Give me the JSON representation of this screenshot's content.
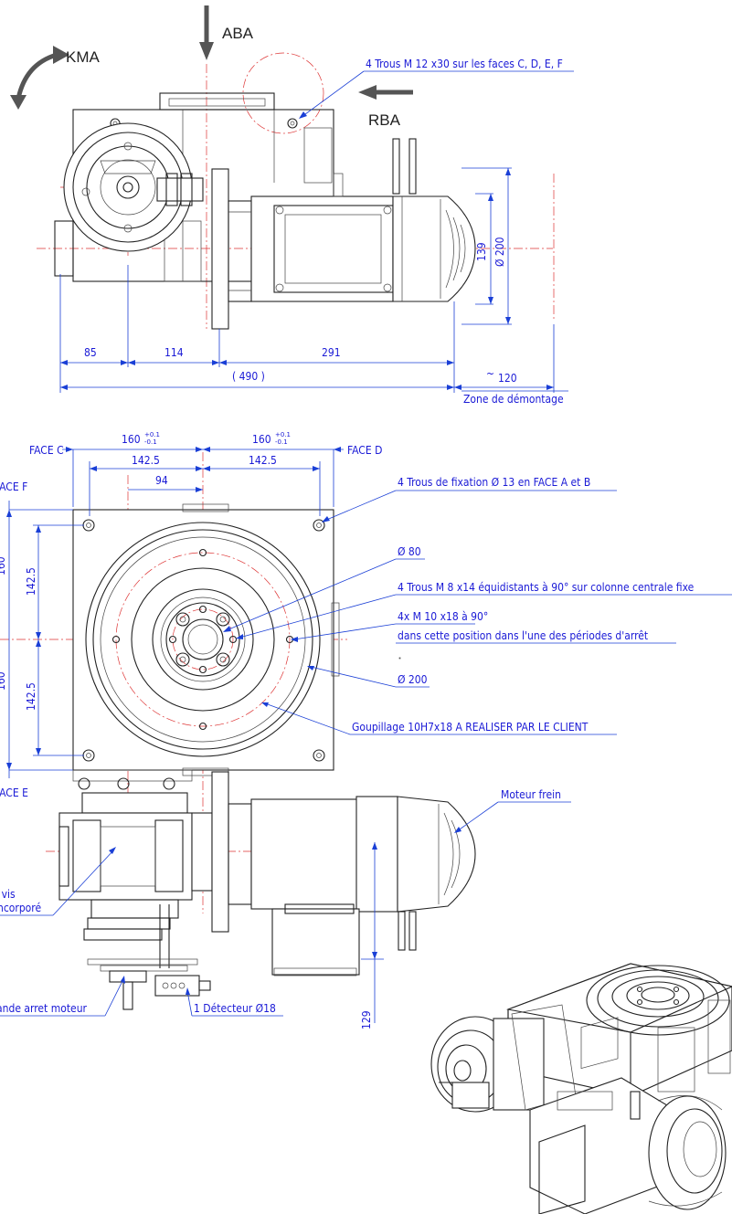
{
  "forces": {
    "aba": "ABA",
    "kma": "KMA",
    "rba": "RBA"
  },
  "top_view": {
    "holes_note": "4 Trous  M 12 x30 sur les faces C, D, E, F",
    "dim_139": "139",
    "dim_d200": "Ø 200",
    "dim_85": "85",
    "dim_114": "114",
    "dim_291": "291",
    "dim_490": "( 490 )",
    "dim_120": "120",
    "tilde": "~",
    "zone": "Zone de démontage"
  },
  "front_view": {
    "face_c": "FACE C",
    "face_d": "FACE D",
    "face_e": "FACE E",
    "face_f": "FACE F",
    "dim_160": "160",
    "tol_plus": "+0.1",
    "tol_minus": "-0.1",
    "dim_160_side": "160",
    "dim_142_5": "142.5",
    "dim_94": "94",
    "fix_holes": "4 Trous de fixation Ø 13 en FACE A et B",
    "d80": "Ø 80",
    "m8_holes": "4 Trous  M 8 x14 équidistants à 90° sur colonne centrale fixe",
    "m10_holes": "4x  M 10 x18 à 90°",
    "m10_position": "dans cette position dans l'une des périodes d'arrêt",
    "d200": "Ø 200",
    "goupillage": "Goupillage 10H7x18 A REALISER PAR LE CLIENT",
    "moteur_frein": "Moteur frein",
    "vis_1": "t vis",
    "vis_2": "incorporé",
    "cmd": "ande arret moteur",
    "detecteur": "1 Détecteur Ø18",
    "dim_129": "129"
  }
}
